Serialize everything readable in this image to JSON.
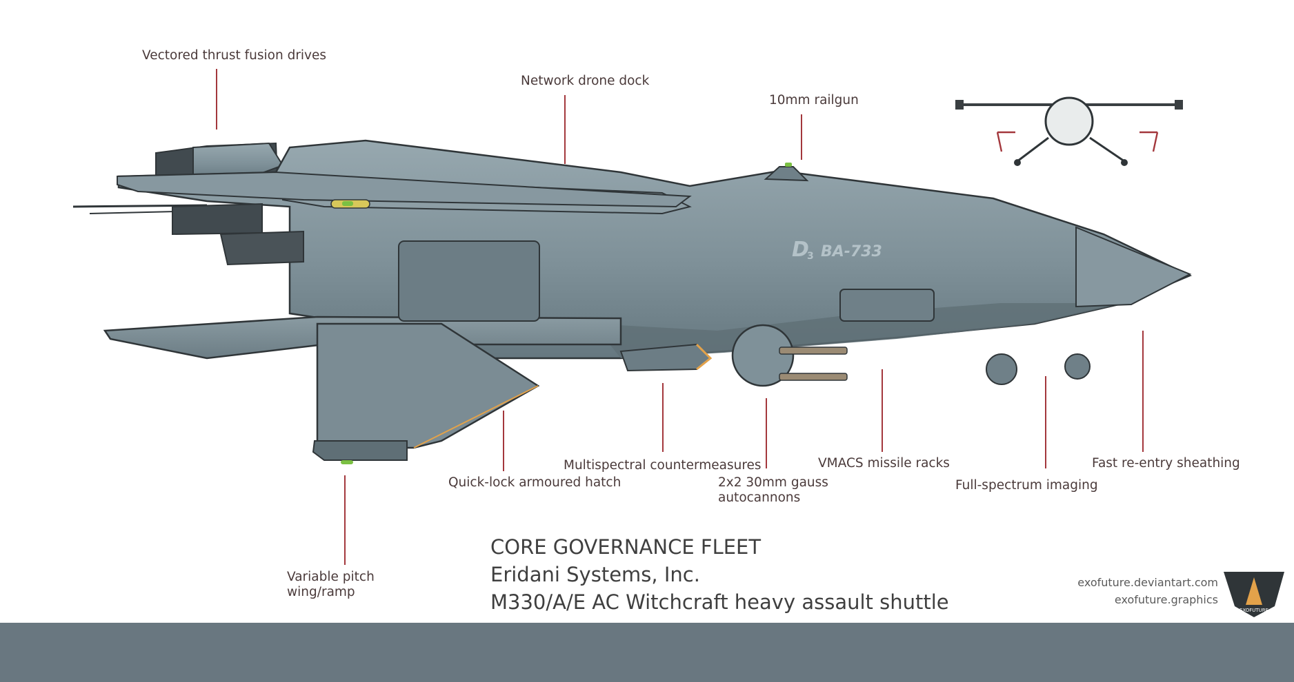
{
  "callouts": [
    {
      "id": "vectored-thrust",
      "text": "Vectored thrust fusion drives"
    },
    {
      "id": "network-drone-dock",
      "text": "Network drone dock"
    },
    {
      "id": "railgun",
      "text": "10mm railgun"
    },
    {
      "id": "variable-pitch",
      "lines": [
        "Variable pitch",
        "wing/ramp"
      ]
    },
    {
      "id": "quick-lock-hatch",
      "text": "Quick-lock armoured hatch"
    },
    {
      "id": "countermeasures",
      "text": "Multispectral countermeasures"
    },
    {
      "id": "gauss-autocannons",
      "lines": [
        "2x2 30mm gauss",
        "autocannons"
      ]
    },
    {
      "id": "vmacs",
      "text": "VMACS missile racks"
    },
    {
      "id": "imaging",
      "text": "Full-spectrum imaging"
    },
    {
      "id": "reentry",
      "text": "Fast re-entry sheathing"
    }
  ],
  "hull": {
    "marking_letter": "D",
    "marking_sub": "3",
    "registration": "BA-733"
  },
  "title_block": {
    "line1": "CORE GOVERNANCE FLEET",
    "line2": "Eridani Systems, Inc.",
    "line3": "M330/A/E AC Witchcraft heavy assault shuttle"
  },
  "credits": {
    "line1": "exofuture.deviantart.com",
    "line2": "exofuture.graphics",
    "logo_text": "EXOFUTURE"
  },
  "colors": {
    "hull": "#7f9199",
    "hull_light": "#93a4ab",
    "hull_dark": "#5f6f76",
    "outline": "#2f3538",
    "leader": "#a3373c",
    "accent_orange": "#e3a24a",
    "accent_green": "#7bc043",
    "footer": "#697780"
  }
}
